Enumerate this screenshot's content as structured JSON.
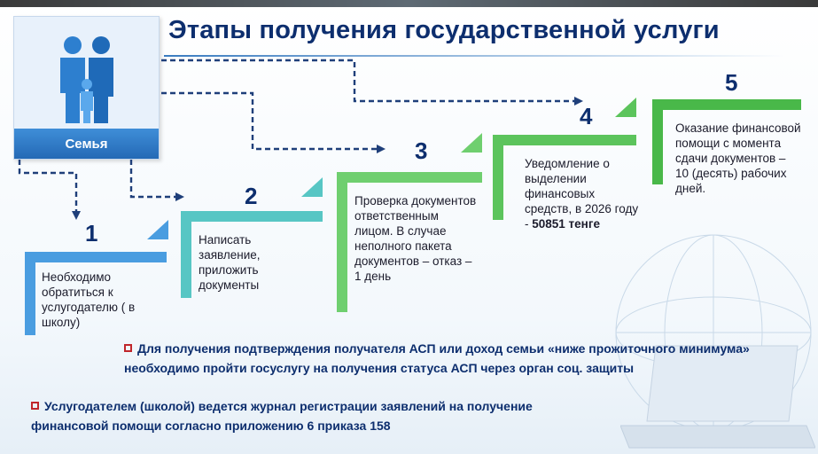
{
  "title": "Этапы получения государственной услуги",
  "family": {
    "label": "Семья"
  },
  "steps": [
    {
      "number": "1",
      "text": "Необходимо обратиться к услугодателю ( в школу)"
    },
    {
      "number": "2",
      "text": "Написать заявление, приложить документы"
    },
    {
      "number": "3",
      "text": "Проверка документов ответственным лицом. В случае неполного пакета документов – отказ – 1 день"
    },
    {
      "number": "4",
      "text": "Уведомление о выделении финансовых средств, в 2026 году - ",
      "amount": "50851 тенге"
    },
    {
      "number": "5",
      "text": "Оказание финансовой помощи с момента сдачи документов – 10 (десять) рабочих дней."
    }
  ],
  "notes": [
    {
      "text": "Для получения подтверждения получателя АСП или доход семьи «ниже прожиточного минимума» необходимо пройти госуслугу на получения статуса АСП через орган соц. защиты"
    },
    {
      "text": "Услугодателем (школой) ведется журнал регистрации заявлений на получение финансовой помощи согласно приложению 6 приказа 158"
    }
  ],
  "colors": {
    "step1": "#4a9de0",
    "step2": "#57c6c4",
    "step3": "#6fcf6f",
    "step4": "#5cc45c",
    "step5": "#49b849",
    "title": "#0d2e6e",
    "bullet": "#c0262b"
  }
}
